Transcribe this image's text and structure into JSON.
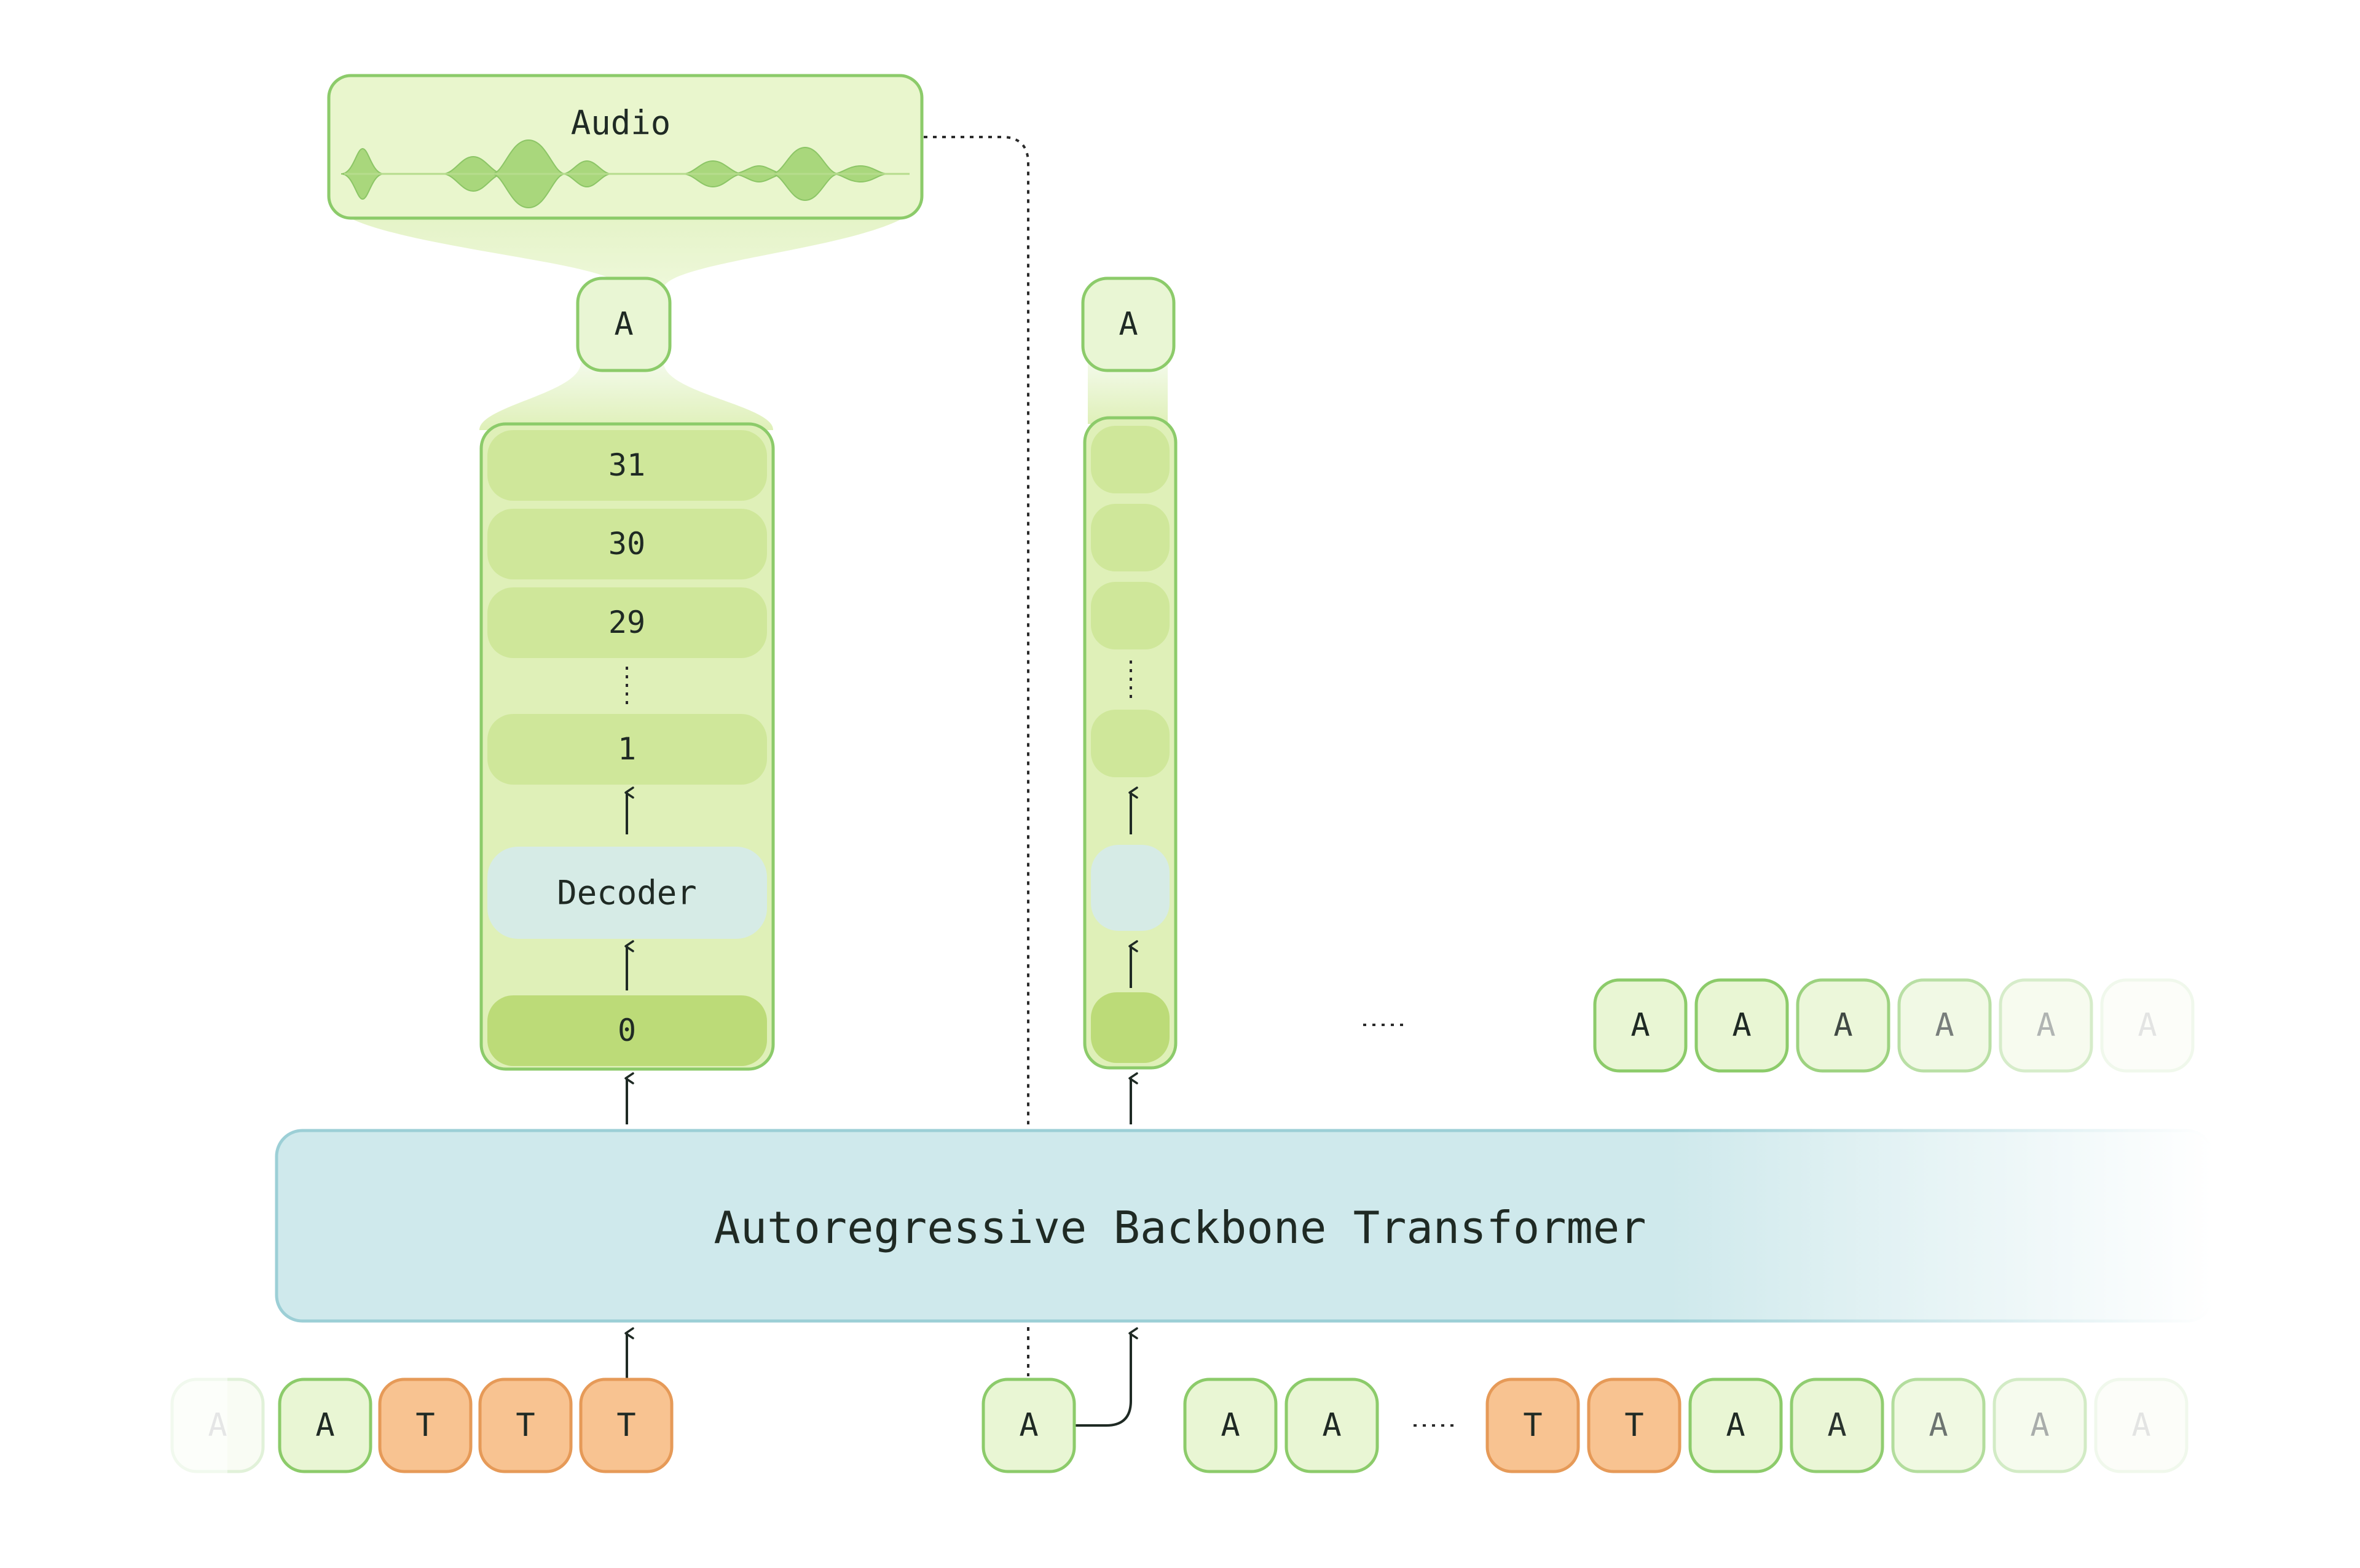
{
  "audio": {
    "label": "Audio"
  },
  "decoder_column": {
    "output_token": "A",
    "levels_top": [
      "31",
      "30",
      "29"
    ],
    "level_one": "1",
    "decoder_label": "Decoder",
    "level_zero": "0"
  },
  "second_column": {
    "output_token": "A"
  },
  "backbone": {
    "label": "Autoregressive Backbone Transformer"
  },
  "output_row": {
    "tokens": [
      "A",
      "A",
      "A",
      "A",
      "A",
      "A"
    ]
  },
  "input_left": {
    "tokens": [
      "A",
      "A",
      "T",
      "T",
      "T"
    ]
  },
  "input_feed": {
    "token": "A"
  },
  "input_right": {
    "tokens_a": [
      "A",
      "A"
    ],
    "tokens_b": [
      "T",
      "T",
      "A",
      "A",
      "A",
      "A",
      "A"
    ]
  },
  "colors": {
    "token_green_fill": "#e9f6d4",
    "token_green_stroke": "#8ccb6a",
    "token_orange_fill": "#f8c391",
    "token_orange_stroke": "#e69a58",
    "column_fill": "#dff0b8",
    "level_fill": "#cfe79a",
    "level_zero_fill": "#bcdb78",
    "decoder_fill": "#d6ebe6",
    "backbone_fill": "#cfe9ec",
    "backbone_stroke": "#9ccfd6"
  },
  "icons": [
    "up-arrow-icon",
    "ellipsis-icon",
    "dotted-connector-icon",
    "waveform-icon"
  ]
}
